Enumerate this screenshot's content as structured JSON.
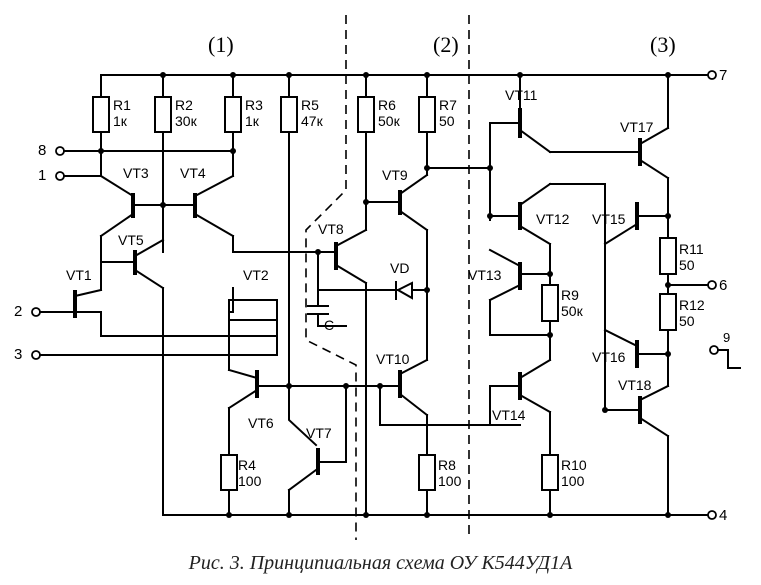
{
  "sections": [
    "(1)",
    "(2)",
    "(3)"
  ],
  "pins": {
    "p1": "1",
    "p2": "2",
    "p3": "3",
    "p4": "4",
    "p6": "6",
    "p7": "7",
    "p8": "8",
    "p9": "9"
  },
  "resistors": {
    "r1": {
      "name": "R1",
      "value": "1к"
    },
    "r2": {
      "name": "R2",
      "value": "30к"
    },
    "r3": {
      "name": "R3",
      "value": "1к"
    },
    "r5": {
      "name": "R5",
      "value": "47к"
    },
    "r6": {
      "name": "R6",
      "value": "50к"
    },
    "r7": {
      "name": "R7",
      "value": "50"
    },
    "r4": {
      "name": "R4",
      "value": "100"
    },
    "r8": {
      "name": "R8",
      "value": "100"
    },
    "r9": {
      "name": "R9",
      "value": "50к"
    },
    "r10": {
      "name": "R10",
      "value": "100"
    },
    "r11": {
      "name": "R11",
      "value": "50"
    },
    "r12": {
      "name": "R12",
      "value": "50"
    }
  },
  "transistors": {
    "vt1": "VT1",
    "vt2": "VT2",
    "vt3": "VT3",
    "vt4": "VT4",
    "vt5": "VT5",
    "vt6": "VT6",
    "vt7": "VT7",
    "vt8": "VT8",
    "vt9": "VT9",
    "vt10": "VT10",
    "vt11": "VT11",
    "vt12": "VT12",
    "vt13": "VT13",
    "vt14": "VT14",
    "vt15": "VT15",
    "vt16": "VT16",
    "vt17": "VT17",
    "vt18": "VT18"
  },
  "diode": "VD",
  "capacitor": "C",
  "caption": "Рис. 3. Принципиальная схема ОУ К544УД1А"
}
